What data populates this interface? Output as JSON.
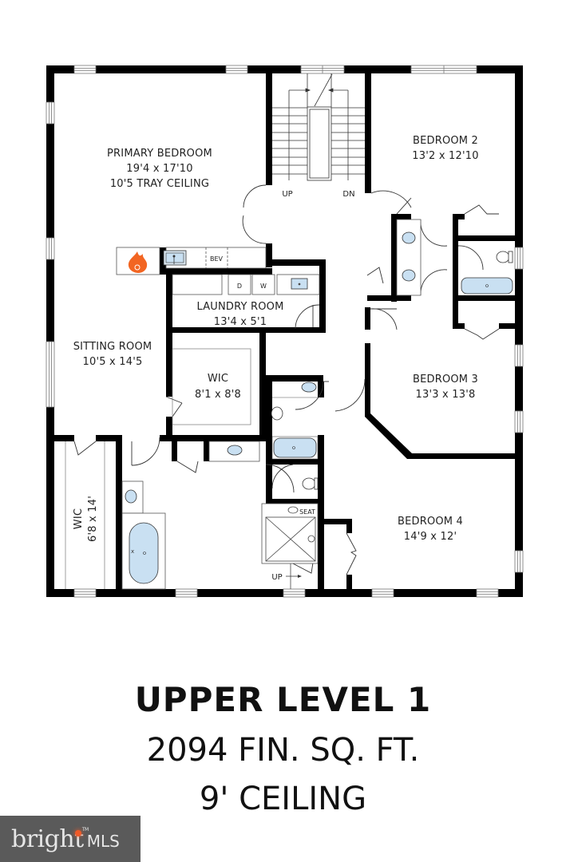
{
  "plan": {
    "rooms": {
      "primary_bedroom": {
        "name": "PRIMARY BEDROOM",
        "dims": "19'4 x 17'10",
        "note": "10'5 TRAY CEILING"
      },
      "bedroom2": {
        "name": "BEDROOM 2",
        "dims": "13'2 x 12'10"
      },
      "laundry": {
        "name": "LAUNDRY ROOM",
        "dims": "13'4 x 5'1"
      },
      "sitting": {
        "name": "SITTING ROOM",
        "dims": "10'5 x 14'5"
      },
      "wic_center": {
        "name": "WIC",
        "dims": "8'1 x 8'8"
      },
      "bedroom3": {
        "name": "BEDROOM 3",
        "dims": "13'3 x 13'8"
      },
      "bedroom4": {
        "name": "BEDROOM 4",
        "dims": "14'9 x 12'"
      },
      "wic_left": {
        "name": "WIC",
        "dims": "6'8 x 14'"
      }
    },
    "stairs": {
      "up": "UP",
      "down": "DN"
    },
    "fixtures": {
      "bev": "BEV",
      "dryer": "D",
      "washer": "W",
      "seat": "SEAT",
      "up_step": "UP"
    },
    "colors": {
      "wall": "#000000",
      "fixture_fill": "#c9e0f2",
      "fireplace": "#f26522"
    }
  },
  "caption": {
    "title": "UPPER LEVEL 1",
    "sqft": "2094 FIN. SQ. FT.",
    "ceiling": "9' CEILING"
  },
  "logo": {
    "brand": "bright",
    "suffix": "MLS",
    "tm": "TM"
  }
}
